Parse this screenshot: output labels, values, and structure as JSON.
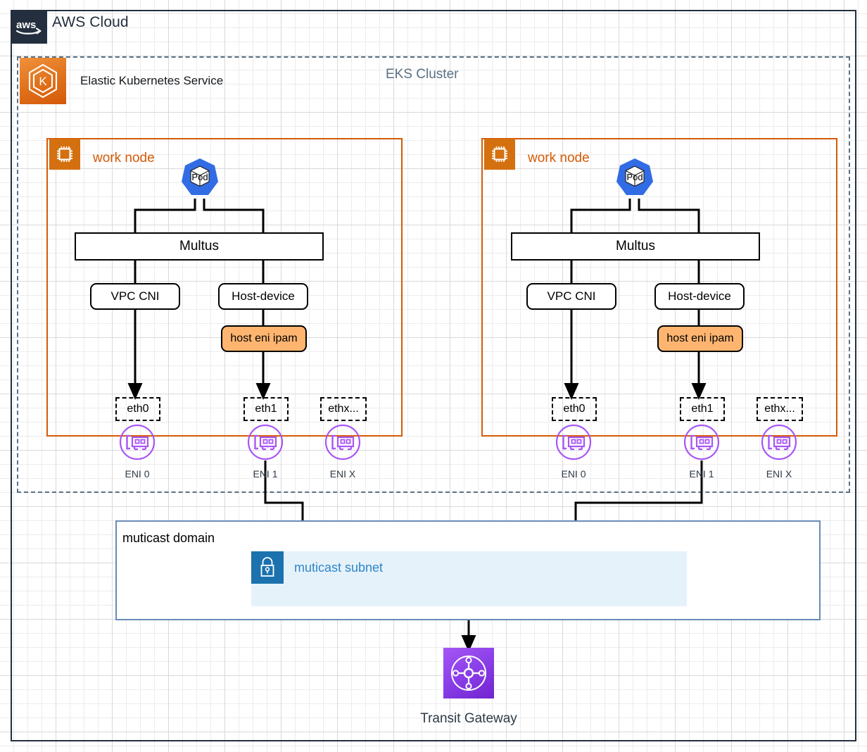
{
  "cloud": {
    "title": "AWS Cloud",
    "logo_icon": "aws-logo-icon",
    "border_color": "#232F3E"
  },
  "eks_cluster": {
    "service_label": "Elastic Kubernetes Service",
    "cluster_label": "EKS Cluster",
    "service_icon": "eks-icon",
    "border_color": "#5A7184",
    "icon_color": "#E0701A"
  },
  "work_nodes": [
    {
      "label": "work node",
      "icon": "cpu-chip-icon",
      "accent_color": "#D45B07",
      "pod": {
        "label": "Pod",
        "icon": "kubernetes-pod-icon",
        "color": "#326CE5"
      },
      "multus": "Multus",
      "plugins": [
        {
          "label": "VPC CNI"
        },
        {
          "label": "Host-device"
        }
      ],
      "ipam": {
        "label": "host eni ipam",
        "color": "#FFB570"
      },
      "interfaces": [
        {
          "eth": "eth0",
          "eni": "ENI 0",
          "icon": "network-interface-icon"
        },
        {
          "eth": "eth1",
          "eni": "ENI 1",
          "icon": "network-interface-icon"
        },
        {
          "eth": "ethx...",
          "eni": "ENI X",
          "icon": "network-interface-icon"
        }
      ]
    },
    {
      "label": "work node",
      "icon": "cpu-chip-icon",
      "accent_color": "#D45B07",
      "pod": {
        "label": "Pod",
        "icon": "kubernetes-pod-icon",
        "color": "#326CE5"
      },
      "multus": "Multus",
      "plugins": [
        {
          "label": "VPC CNI"
        },
        {
          "label": "Host-device"
        }
      ],
      "ipam": {
        "label": "host eni ipam",
        "color": "#FFB570"
      },
      "interfaces": [
        {
          "eth": "eth0",
          "eni": "ENI 0",
          "icon": "network-interface-icon"
        },
        {
          "eth": "eth1",
          "eni": "ENI 1",
          "icon": "network-interface-icon"
        },
        {
          "eth": "ethx...",
          "eni": "ENI X",
          "icon": "network-interface-icon"
        }
      ]
    }
  ],
  "multicast_domain": {
    "label": "muticast domain",
    "border_color": "#6A8BB8",
    "subnet": {
      "label": "muticast subnet",
      "icon": "subnet-lock-icon",
      "icon_color": "#1B72AE",
      "fill_color": "#E6F2FA",
      "text_color": "#2E86C8"
    }
  },
  "transit_gateway": {
    "label": "Transit Gateway",
    "icon": "transit-gateway-icon",
    "color": "#8A3EE8"
  }
}
